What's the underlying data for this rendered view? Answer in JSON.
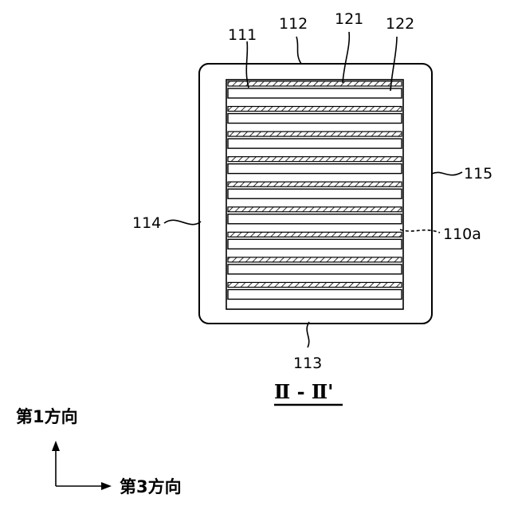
{
  "figure": {
    "labels": {
      "l111": "111",
      "l112": "112",
      "l121": "121",
      "l122": "122",
      "l115": "115",
      "l114": "114",
      "l110a": "110a",
      "l113": "113"
    },
    "section_label": "Ⅱ - Ⅱ'",
    "axes": {
      "first_direction": "第1方向",
      "third_direction": "第3方向"
    },
    "layer_pairs": 9
  }
}
